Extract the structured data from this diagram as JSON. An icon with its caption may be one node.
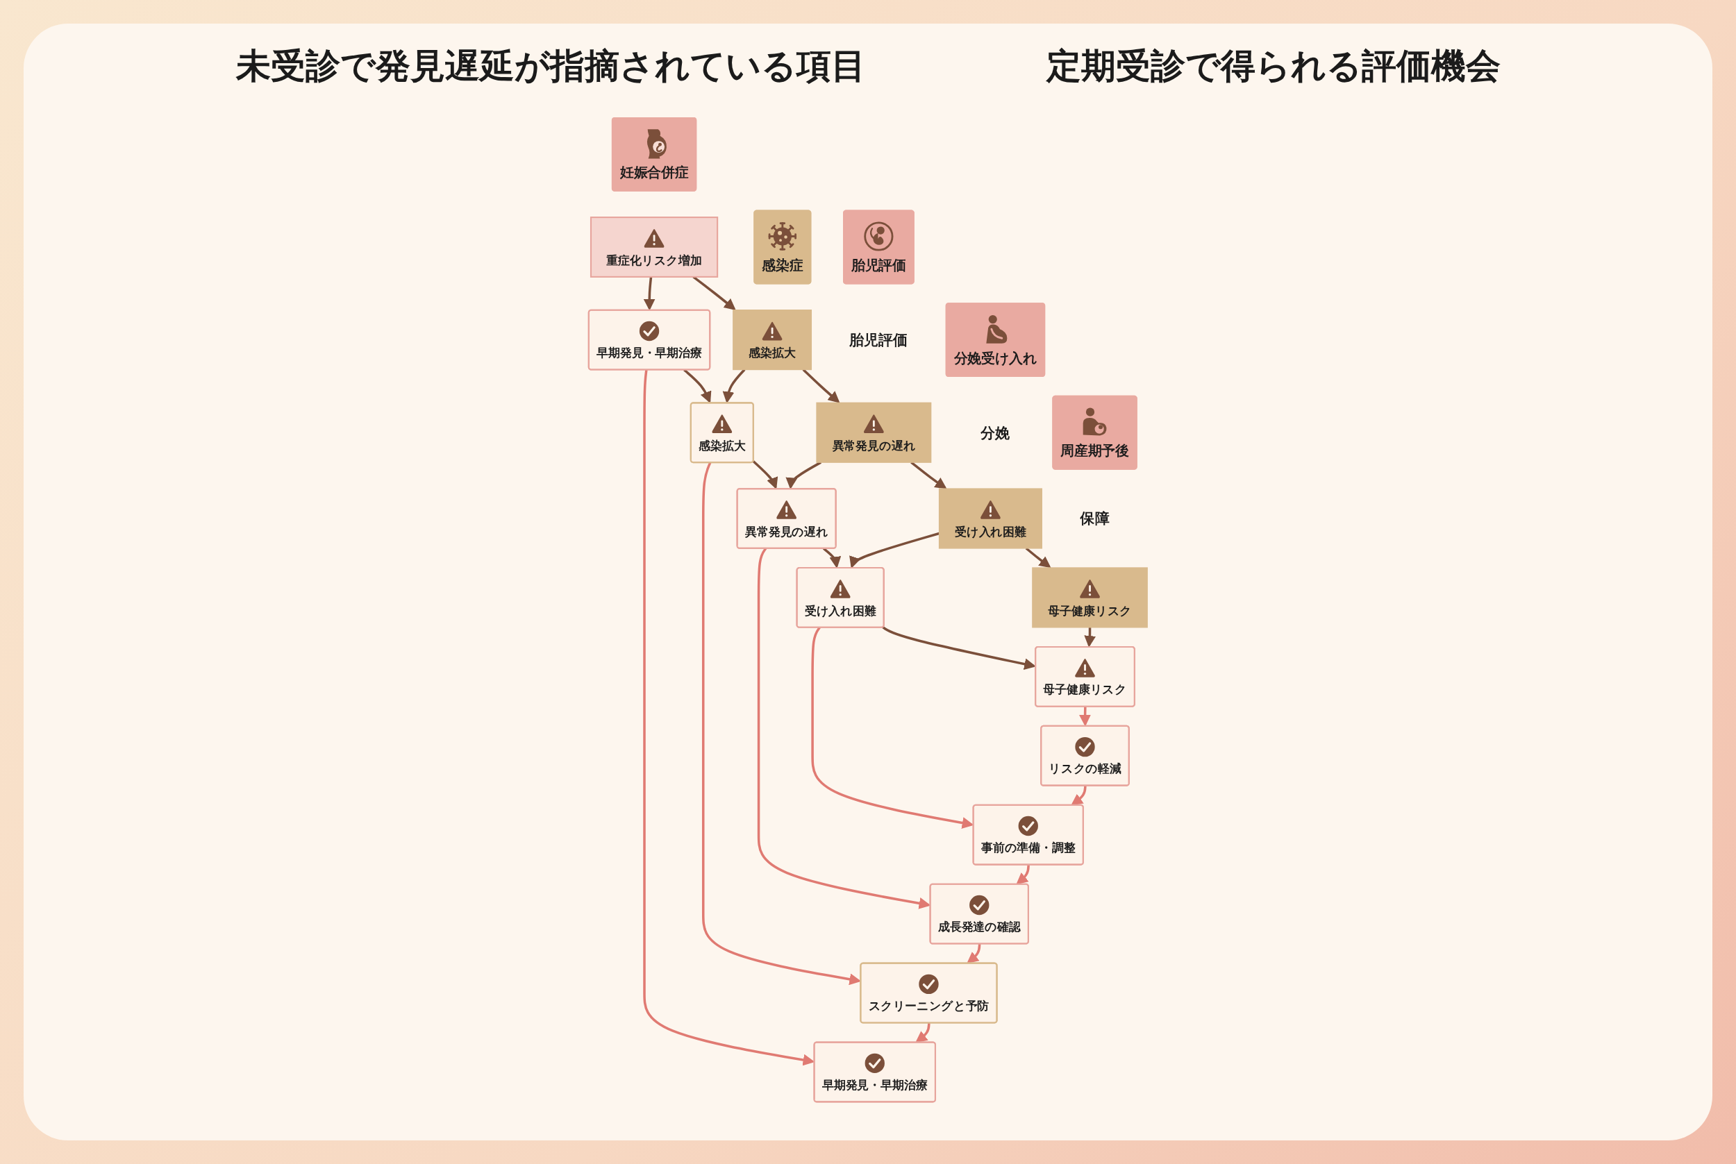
{
  "diagram": {
    "nodes": [
      {
        "text": [
          "妊娠合併症"
        ]
      },
      {
        "text": [
          "重症化リスク増加"
        ]
      },
      {
        "text": [
          "早期発見・早期治療"
        ]
      },
      {
        "text": [
          "早期発見・早期治療"
        ]
      },
      {
        "text": [
          "感染症"
        ]
      },
      {
        "text": [
          "感染拡大"
        ]
      },
      {
        "text": [
          "感染拡大"
        ]
      },
      {
        "text": [
          "スクリーニングと予防"
        ]
      },
      {
        "text": [
          "胎児評価"
        ],
        "beside": [
          "胎児評価"
        ]
      },
      {
        "text": [
          "異常発見の遅れ"
        ]
      },
      {
        "text": [
          "異常発見の遅れ"
        ]
      },
      {
        "text": [
          "成長発達の確認"
        ]
      },
      {
        "text": [
          "分娩受け入れ"
        ],
        "beside": [
          "分娩"
        ]
      },
      {
        "text": [
          "受け入れ困難"
        ]
      },
      {
        "text": [
          "受け入れ困難"
        ]
      },
      {
        "text": [
          "事前の準備・調整"
        ]
      },
      {
        "text": [
          "周産期予後"
        ],
        "beside": [
          "保障"
        ]
      },
      {
        "text": [
          "母子健康リスク"
        ]
      },
      {
        "text": [
          "母子健康リスク"
        ]
      },
      {
        "text": [
          "リスクの軽減"
        ]
      }
    ],
    "edges": [
      {
        "from": 1,
        "to": 2,
        "arrow": "to"
      },
      {
        "from": 2,
        "to": 3,
        "arrow": "to",
        "color": "#e07a72"
      },
      {
        "from": 1,
        "to": 5,
        "arrow": "to"
      },
      {
        "from": 2,
        "to": 6,
        "arrow": "to"
      },
      {
        "from": 7,
        "to": 3,
        "arrow": "to",
        "color": "#e07a72"
      },
      {
        "from": 5,
        "to": 6,
        "arrow": "to"
      },
      {
        "from": 6,
        "to": 7,
        "arrow": "to",
        "color": "#e07a72"
      },
      {
        "from": 5,
        "to": 9,
        "arrow": "to"
      },
      {
        "from": 6,
        "to": 10,
        "arrow": "to"
      },
      {
        "from": 11,
        "to": 7,
        "arrow": "to",
        "color": "#e07a72"
      },
      {
        "from": 9,
        "to": 10,
        "arrow": "to"
      },
      {
        "from": 10,
        "to": 11,
        "arrow": "to",
        "color": "#e07a72"
      },
      {
        "from": 9,
        "to": 13,
        "arrow": "to"
      },
      {
        "from": 10,
        "to": 14,
        "arrow": "to"
      },
      {
        "from": 15,
        "to": 11,
        "arrow": "to",
        "color": "#e07a72"
      },
      {
        "from": 13,
        "to": 14,
        "arrow": "to"
      },
      {
        "from": 14,
        "to": 15,
        "arrow": "to",
        "color": "#e07a72"
      },
      {
        "from": 13,
        "to": 17,
        "arrow": "to"
      },
      {
        "from": 14,
        "to": 18,
        "arrow": "to"
      },
      {
        "from": 19,
        "to": 15,
        "arrow": "to",
        "color": "#e07a72"
      },
      {
        "from": 17,
        "to": 18,
        "arrow": "to"
      },
      {
        "from": 18,
        "to": 19,
        "arrow": "to",
        "color": "#e07a72"
      }
    ],
    "labels": [
      "未受診で発見遅延が指摘されている項目",
      "定期受診で得られる評価機会"
    ]
  }
}
